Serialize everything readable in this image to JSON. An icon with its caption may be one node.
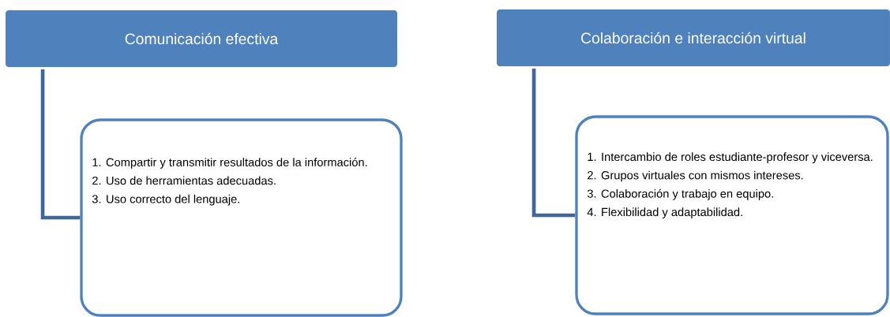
{
  "diagram": {
    "nodes": [
      {
        "text": [
          "Comunicación efectiva"
        ]
      },
      {
        "text": [
          "1. Compartir y transmitir resultados de la información.",
          "2. Uso de herramientas adecuadas.",
          "3. Uso correcto del lenguaje."
        ]
      },
      {
        "text": [
          "Colaboración e interacción virtual"
        ]
      },
      {
        "text": [
          "1. Intercambio de roles estudiante-profesor y viceversa.",
          "2. Grupos virtuales con mismos intereses.",
          "3. Colaboración y trabajo en equipo.",
          "4. Flexibilidad y adaptabilidad."
        ]
      }
    ],
    "edges": [
      {
        "from": 0,
        "to": 1,
        "arrow": "none"
      },
      {
        "from": 2,
        "to": 3,
        "arrow": "none"
      }
    ]
  }
}
